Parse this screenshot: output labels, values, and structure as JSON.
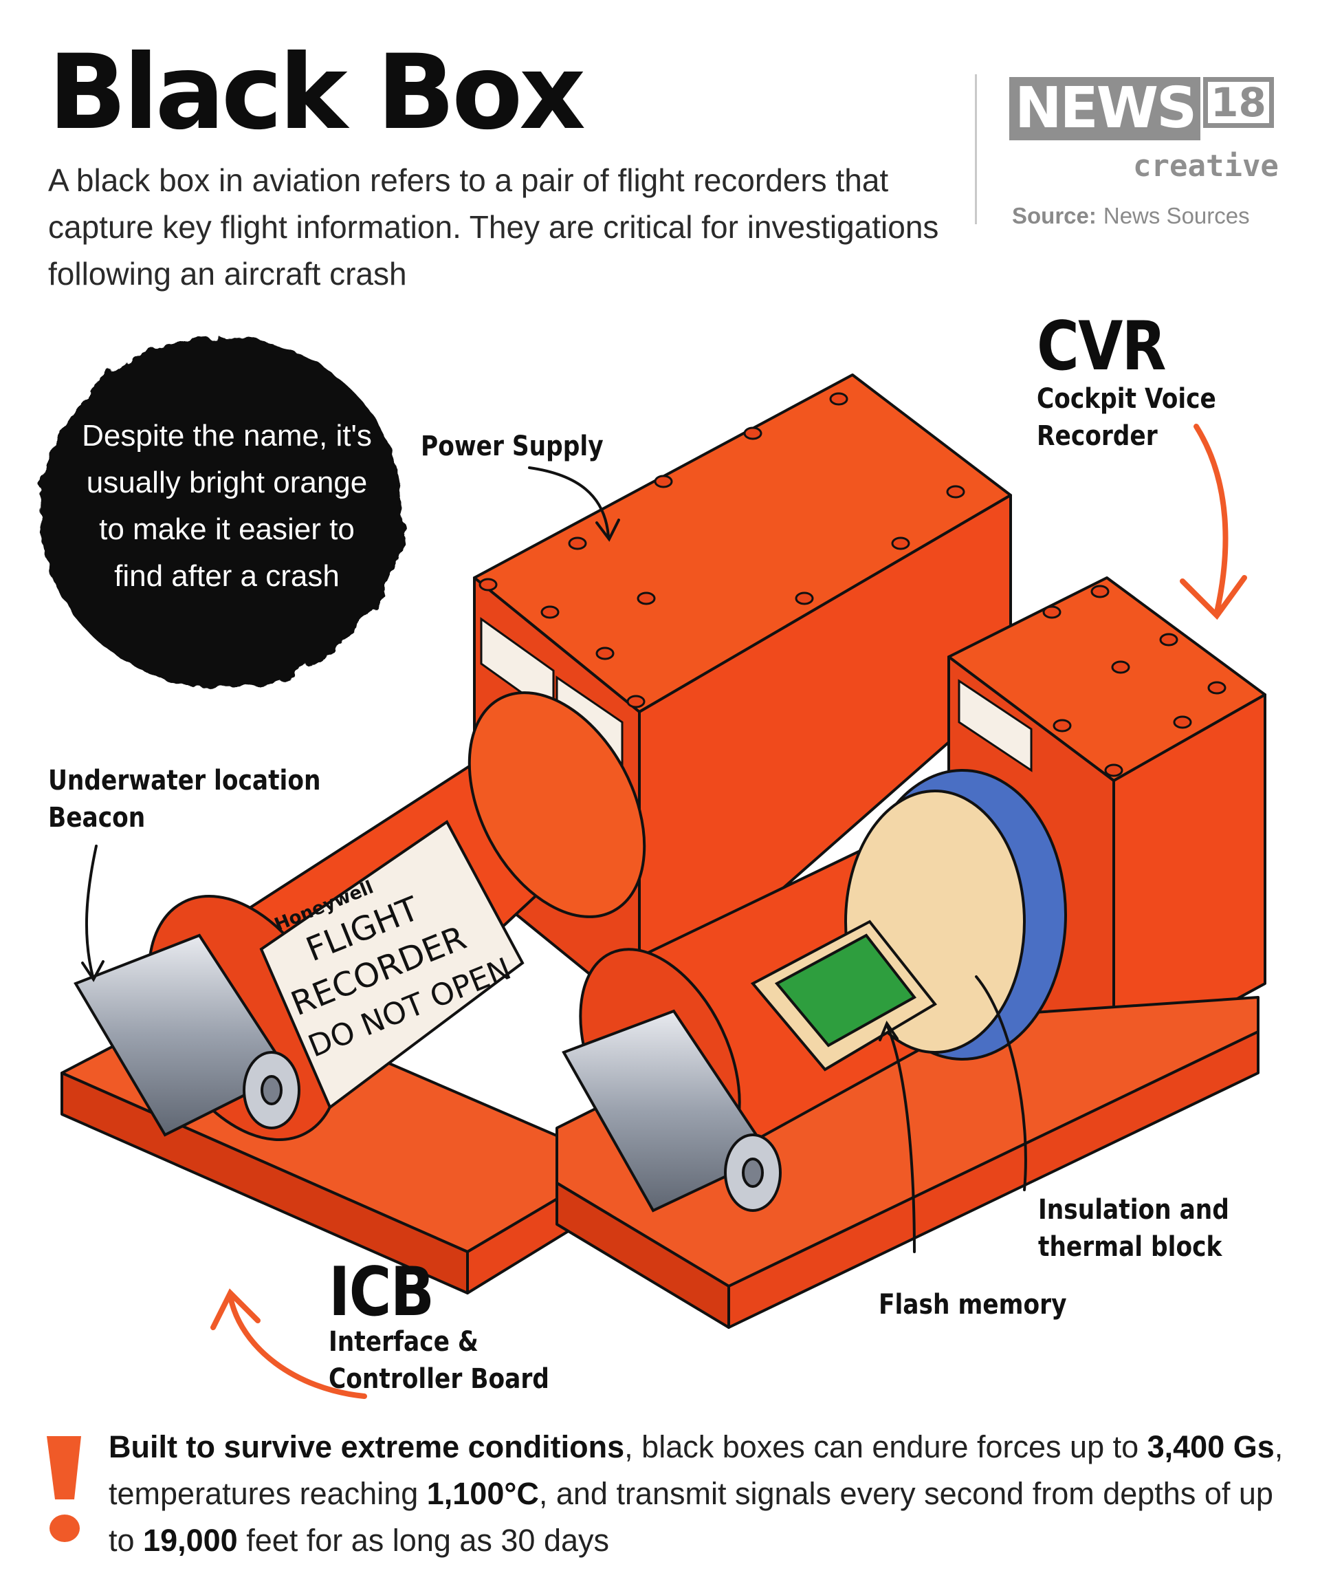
{
  "header": {
    "title": "Black Box",
    "subtitle": "A black box in aviation refers to a pair of flight recorders that capture key flight information. They are critical for investigations following an aircraft crash"
  },
  "branding": {
    "logo_text": "NEWS",
    "logo_number": "18",
    "logo_sub": "creative",
    "source_label": "Source:",
    "source_value": "News Sources"
  },
  "callout": {
    "text": "Despite the name, it's usually bright orange to make it easier to find after a crash"
  },
  "labels": {
    "power_supply": "Power Supply",
    "cvr_abbr": "CVR",
    "cvr_line1": "Cockpit Voice",
    "cvr_line2": "Recorder",
    "beacon_line1": "Underwater location",
    "beacon_line2": "Beacon",
    "icb_abbr": "ICB",
    "icb_line1": "Interface &",
    "icb_line2": "Controller Board",
    "insulation_line1": "Insulation and",
    "insulation_line2": "thermal block",
    "flash_memory": "Flash memory"
  },
  "device_text": {
    "brand": "Honeywell",
    "line1": "FLIGHT",
    "line2": "RECORDER",
    "line3": "DO NOT OPEN"
  },
  "footer": {
    "bold_lead": "Built to survive extreme conditions",
    "t1": ", black boxes can endure forces up to ",
    "b1": "3,400 Gs",
    "t2": ", temperatures reaching ",
    "b2": "1,100°C",
    "t3": ", and transmit signals every second from depths of up to ",
    "b3": "19,000",
    "t4": " feet for as long as 30 days"
  },
  "colors": {
    "orange": "#f04a1c",
    "orange_dark": "#d43a12",
    "orange_light": "#f77a4a",
    "blue": "#4a6fc4",
    "green_chip": "#2e9e3e",
    "beige": "#f3d7a8",
    "arrow_orange": "#f05a28",
    "black": "#111111",
    "gray_logo": "#8f8f8f"
  }
}
